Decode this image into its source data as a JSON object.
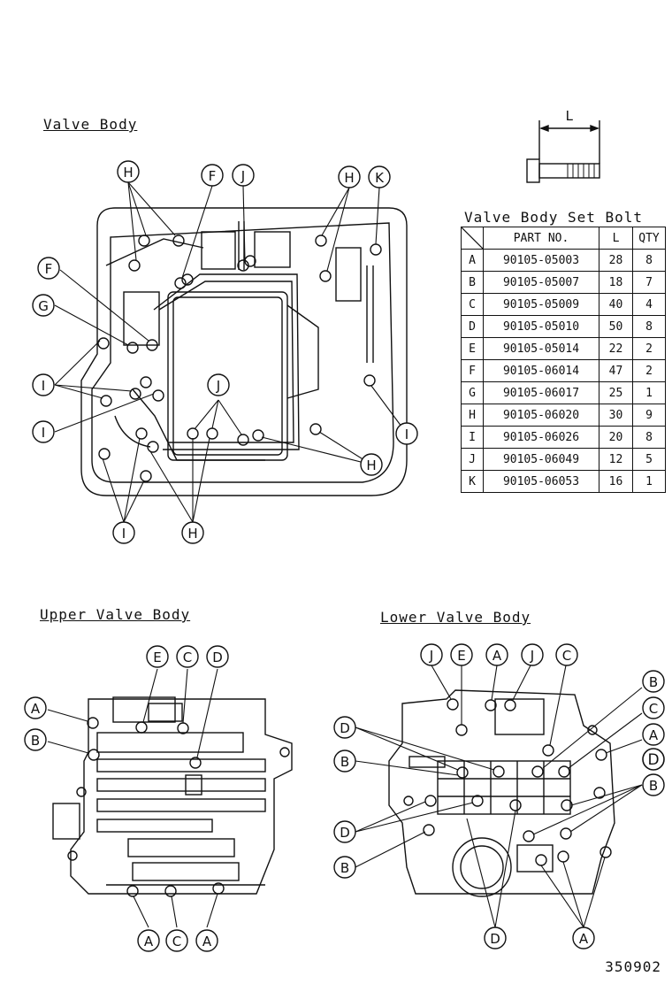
{
  "headings": {
    "valve_body": "Valve Body",
    "set_bolt_title": "Valve Body Set Bolt",
    "upper_valve_body": "Upper Valve Body",
    "lower_valve_body": "Lower Valve Body",
    "figure_number": "350902"
  },
  "bolt_dimension_label": "L",
  "bolt_table": {
    "columns": [
      "",
      "PART NO.",
      "L",
      "QTY"
    ],
    "rows": [
      {
        "key": "A",
        "part_no": "90105-05003",
        "length": "28",
        "qty": "8"
      },
      {
        "key": "B",
        "part_no": "90105-05007",
        "length": "18",
        "qty": "7"
      },
      {
        "key": "C",
        "part_no": "90105-05009",
        "length": "40",
        "qty": "4"
      },
      {
        "key": "D",
        "part_no": "90105-05010",
        "length": "50",
        "qty": "8"
      },
      {
        "key": "E",
        "part_no": "90105-05014",
        "length": "22",
        "qty": "2"
      },
      {
        "key": "F",
        "part_no": "90105-06014",
        "length": "47",
        "qty": "2"
      },
      {
        "key": "G",
        "part_no": "90105-06017",
        "length": "25",
        "qty": "1"
      },
      {
        "key": "H",
        "part_no": "90105-06020",
        "length": "30",
        "qty": "9"
      },
      {
        "key": "I",
        "part_no": "90105-06026",
        "length": "20",
        "qty": "8"
      },
      {
        "key": "J",
        "part_no": "90105-06049",
        "length": "12",
        "qty": "5"
      },
      {
        "key": "K",
        "part_no": "90105-06053",
        "length": "16",
        "qty": "1"
      }
    ]
  },
  "callouts": {
    "valve_body": [
      "H",
      "F",
      "J",
      "H",
      "K",
      "F",
      "G",
      "I",
      "I",
      "J",
      "I",
      "H",
      "I",
      "H"
    ],
    "upper_valve_body": [
      "E",
      "C",
      "D",
      "A",
      "B",
      "A",
      "C",
      "A"
    ],
    "lower_valve_body": [
      "J",
      "E",
      "A",
      "J",
      "C",
      "B",
      "C",
      "A",
      "D",
      "B",
      "D",
      "B",
      "D",
      "B",
      "D",
      "A"
    ]
  }
}
